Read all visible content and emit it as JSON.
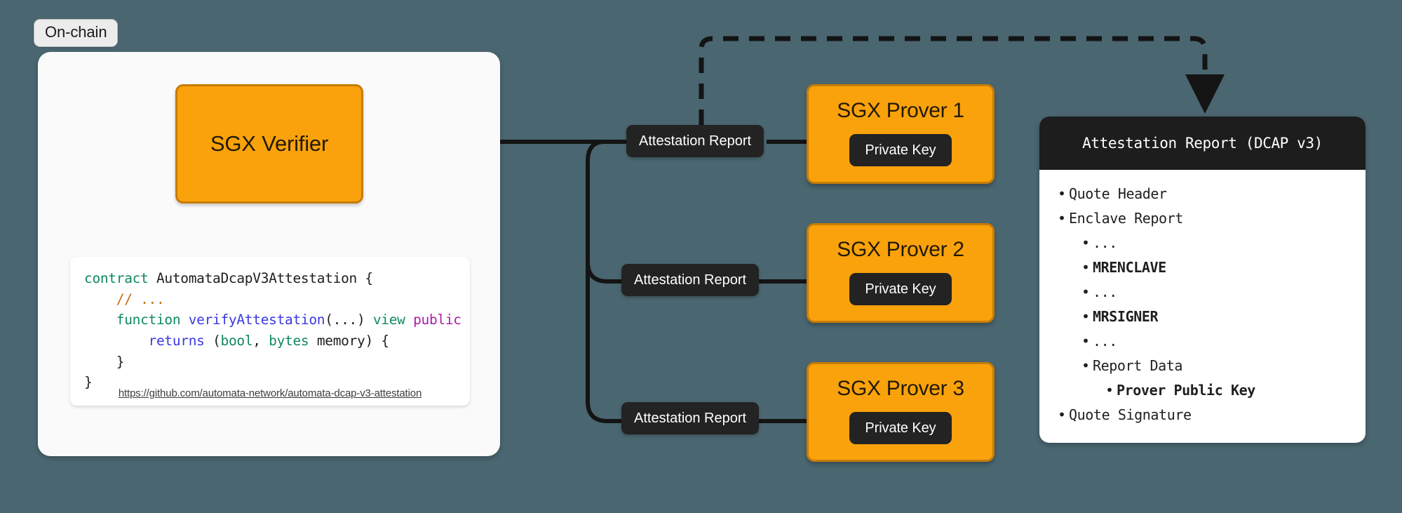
{
  "theme": {
    "background": "#4a6670",
    "orange_fill": "#F9A20B",
    "orange_border": "#C87C05",
    "dark_box": "#232323",
    "panel_white": "#fafafa"
  },
  "onchain": {
    "badge_label": "On-chain",
    "verifier_label": "SGX Verifier",
    "code_lines": [
      [
        {
          "t": "contract ",
          "c": "tok-kw"
        },
        {
          "t": "AutomataDcapV3Attestation {",
          "c": "tok-plain"
        }
      ],
      [
        {
          "t": "    ",
          "c": "tok-plain"
        },
        {
          "t": "// ...",
          "c": "tok-comment"
        }
      ],
      [
        {
          "t": "    ",
          "c": "tok-plain"
        },
        {
          "t": "function ",
          "c": "tok-kw2"
        },
        {
          "t": "verifyAttestation",
          "c": "tok-fn"
        },
        {
          "t": "(...) ",
          "c": "tok-plain"
        },
        {
          "t": "view ",
          "c": "tok-type"
        },
        {
          "t": "public",
          "c": "tok-mod"
        }
      ],
      [
        {
          "t": "        ",
          "c": "tok-plain"
        },
        {
          "t": "returns ",
          "c": "tok-ret"
        },
        {
          "t": "(",
          "c": "tok-plain"
        },
        {
          "t": "bool",
          "c": "tok-type"
        },
        {
          "t": ", ",
          "c": "tok-plain"
        },
        {
          "t": "bytes ",
          "c": "tok-type"
        },
        {
          "t": "memory) {",
          "c": "tok-plain"
        }
      ],
      [
        {
          "t": "    }",
          "c": "tok-plain"
        }
      ],
      [
        {
          "t": "}",
          "c": "tok-plain"
        }
      ]
    ],
    "source_url": "https://github.com/automata-network/automata-dcap-v3-attestation"
  },
  "attestation_labels": [
    "Attestation Report",
    "Attestation Report",
    "Attestation Report"
  ],
  "provers": [
    {
      "title": "SGX Prover 1",
      "key_label": "Private Key"
    },
    {
      "title": "SGX Prover 2",
      "key_label": "Private Key"
    },
    {
      "title": "SGX Prover 3",
      "key_label": "Private Key"
    }
  ],
  "report": {
    "title": "Attestation Report (DCAP v3)",
    "items": [
      {
        "level": 0,
        "text": "Quote Header",
        "bold": false
      },
      {
        "level": 0,
        "text": "Enclave Report",
        "bold": false
      },
      {
        "level": 1,
        "text": "...",
        "bold": false
      },
      {
        "level": 1,
        "text": "MRENCLAVE",
        "bold": true
      },
      {
        "level": 1,
        "text": "...",
        "bold": false
      },
      {
        "level": 1,
        "text": "MRSIGNER",
        "bold": true
      },
      {
        "level": 1,
        "text": "...",
        "bold": false
      },
      {
        "level": 1,
        "text": "Report Data",
        "bold": false
      },
      {
        "level": 2,
        "text": "Prover Public Key",
        "bold": true
      },
      {
        "level": 0,
        "text": "Quote Signature",
        "bold": false
      }
    ],
    "bullet_glyph": "•"
  }
}
